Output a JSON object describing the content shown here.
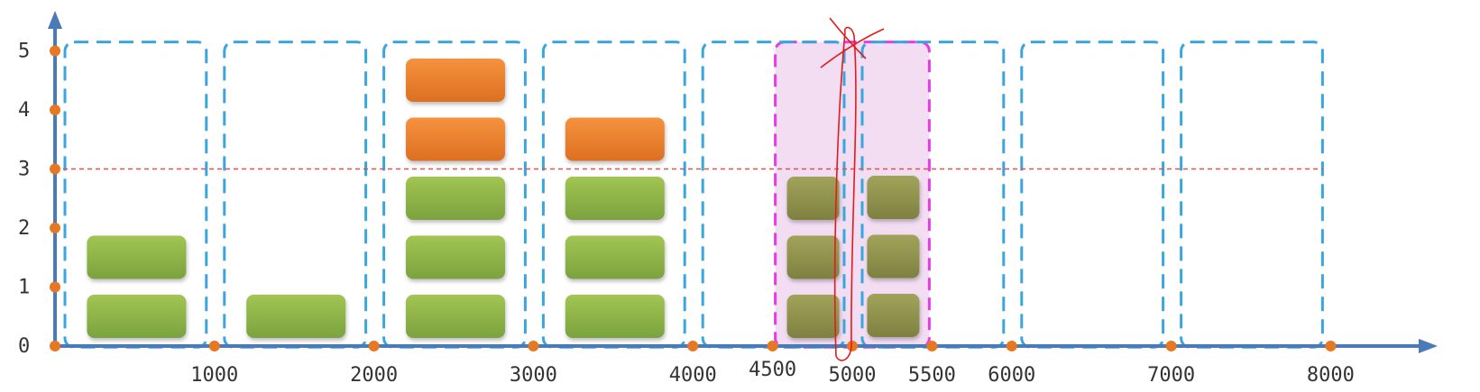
{
  "colors": {
    "axis": "#4a7ab8",
    "tick_dot": "#e87722",
    "bucket_border": "#3aa6df",
    "highlight_border": "#e83ae8",
    "highlight_fill": "#f3ddf3",
    "threshold_line": "#d9534f",
    "green_block_top": "#a2c553",
    "green_block_bottom": "#7aa23e",
    "orange_block_top": "#f5923e",
    "orange_block_bottom": "#dc6f22",
    "olive_block_top": "#a2a35a",
    "olive_block_bottom": "#7e8040",
    "annotation": "#e21b1b"
  },
  "axes": {
    "y_ticks": [
      "0",
      "1",
      "2",
      "3",
      "4",
      "5"
    ],
    "x_ticks": [
      "1000",
      "2000",
      "3000",
      "4000",
      "4500",
      "5000",
      "5500",
      "6000",
      "7000",
      "8000"
    ],
    "threshold": 3
  },
  "diagram": {
    "buckets": [
      {
        "range": [
          0,
          1000
        ],
        "green": 2,
        "orange": 0
      },
      {
        "range": [
          1000,
          2000
        ],
        "green": 1,
        "orange": 0
      },
      {
        "range": [
          2000,
          3000
        ],
        "green": 3,
        "orange": 2
      },
      {
        "range": [
          3000,
          4000
        ],
        "green": 3,
        "orange": 1
      },
      {
        "range": [
          4000,
          5000
        ],
        "green": 0,
        "orange": 0
      },
      {
        "range": [
          5000,
          6000
        ],
        "green": 0,
        "orange": 0
      },
      {
        "range": [
          6000,
          7000
        ],
        "green": 0,
        "orange": 0
      },
      {
        "range": [
          7000,
          8000
        ],
        "green": 0,
        "orange": 0
      }
    ],
    "highlight": {
      "range": [
        4500,
        5500
      ],
      "left_half_blocks": 3,
      "right_half_blocks": 3
    },
    "annotation": "red-cross-and-line-at-5000"
  }
}
